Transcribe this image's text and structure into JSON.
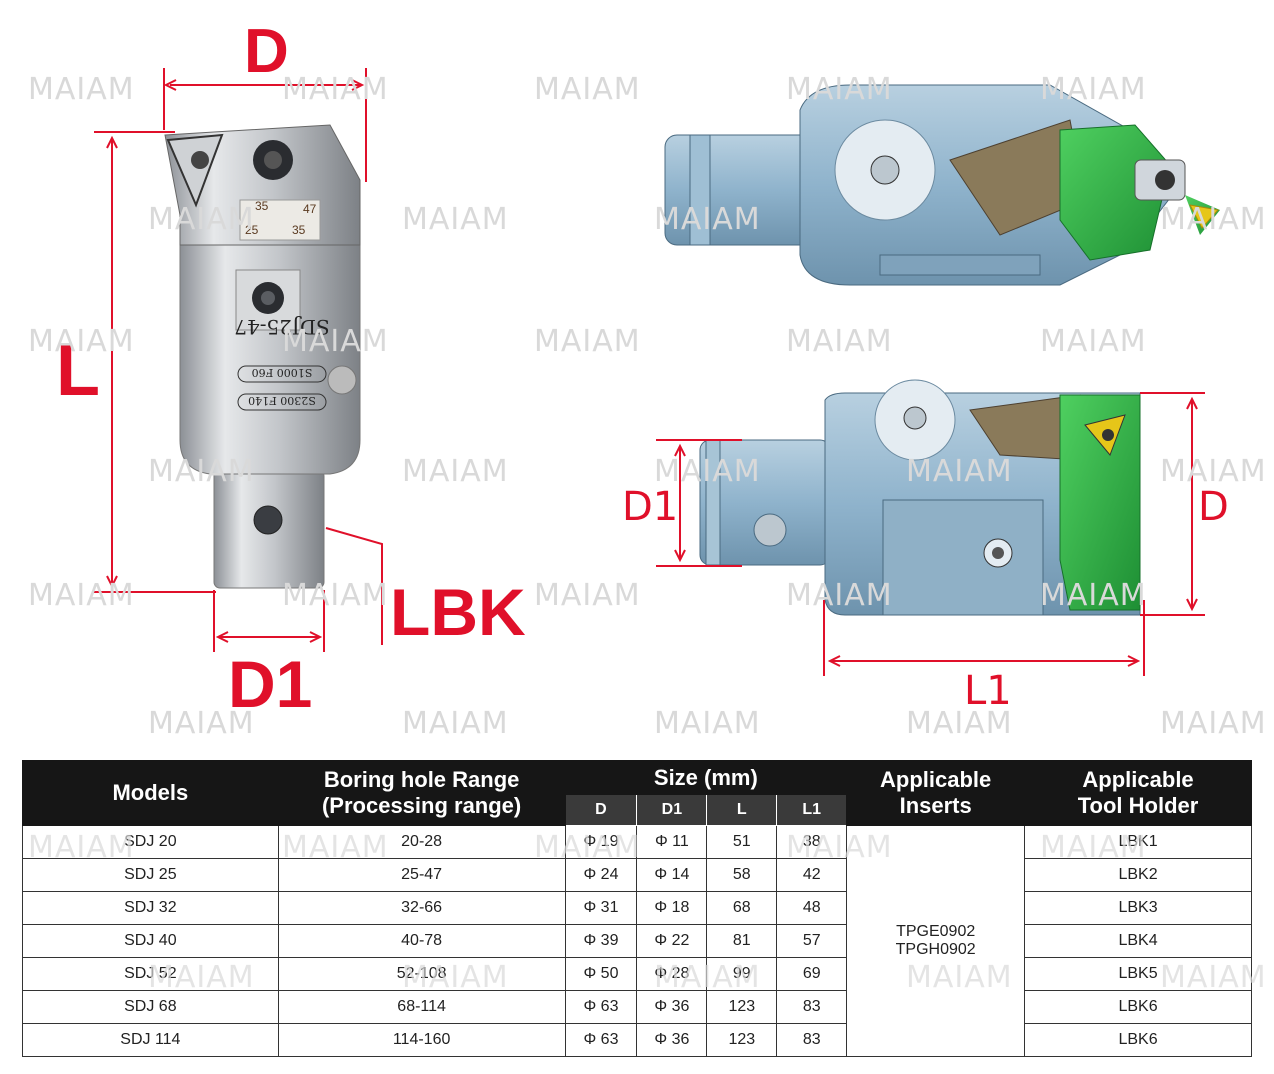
{
  "watermark": "MAIAM",
  "diagram_labels": {
    "left": {
      "D": "D",
      "L": "L",
      "D1": "D1",
      "LBK": "LBK"
    },
    "right": {
      "D1": "D1",
      "D": "D",
      "L1": "L1"
    }
  },
  "tool_engraving": {
    "scale_top": [
      "35",
      "47"
    ],
    "scale_bottom": [
      "25",
      "35"
    ],
    "speed_line_1": "S2300 F140",
    "speed_line_2": "S1000 F60",
    "model": "SDJ25-47"
  },
  "table": {
    "headers": {
      "models": "Models",
      "range_line1": "Boring hole Range",
      "range_line2": "(Processing range)",
      "size": "Size (mm)",
      "inserts_line1": "Applicable",
      "inserts_line2": "Inserts",
      "holder_line1": "Applicable",
      "holder_line2": "Tool Holder",
      "sub": [
        "D",
        "D1",
        "L",
        "L1"
      ]
    },
    "inserts_line1": "TPGE0902",
    "inserts_line2": "TPGH0902",
    "rows": [
      {
        "model": "SDJ 20",
        "range": "20-28",
        "d": "Φ 19",
        "d1": "Φ 11",
        "l": "51",
        "l1": "38",
        "holder": "LBK1"
      },
      {
        "model": "SDJ 25",
        "range": "25-47",
        "d": "Φ 24",
        "d1": "Φ 14",
        "l": "58",
        "l1": "42",
        "holder": "LBK2"
      },
      {
        "model": "SDJ 32",
        "range": "32-66",
        "d": "Φ 31",
        "d1": "Φ 18",
        "l": "68",
        "l1": "48",
        "holder": "LBK3"
      },
      {
        "model": "SDJ 40",
        "range": "40-78",
        "d": "Φ 39",
        "d1": "Φ 22",
        "l": "81",
        "l1": "57",
        "holder": "LBK4"
      },
      {
        "model": "SDJ 52",
        "range": "52-108",
        "d": "Φ 50",
        "d1": "Φ 28",
        "l": "99",
        "l1": "69",
        "holder": "LBK5"
      },
      {
        "model": "SDJ 68",
        "range": "68-114",
        "d": "Φ 63",
        "d1": "Φ 36",
        "l": "123",
        "l1": "83",
        "holder": "LBK6"
      },
      {
        "model": "SDJ 114",
        "range": "114-160",
        "d": "Φ 63",
        "d1": "Φ 36",
        "l": "123",
        "l1": "83",
        "holder": "LBK6"
      }
    ]
  },
  "colors": {
    "dimension": "#e0102a",
    "header_bg": "#161616",
    "subheader_bg": "#3a3a3a",
    "tool_metal": "#c9ccd0",
    "model_blue": "#8fb3cc",
    "insert_green": "#2bb34a",
    "insert_gold": "#e6c619"
  }
}
